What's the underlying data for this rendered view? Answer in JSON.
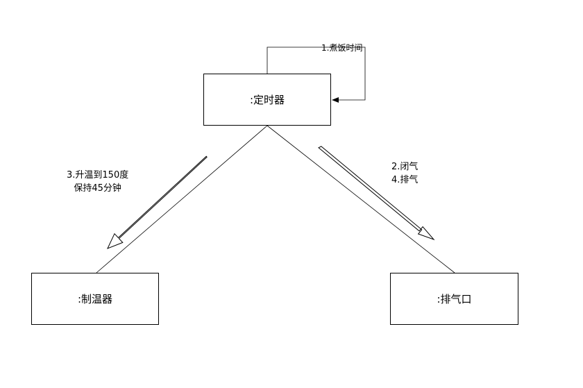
{
  "objects": {
    "timer": ":定时器",
    "heater": ":制温器",
    "vent": ":排气口"
  },
  "messages": {
    "self_call": "1.煮饭时间",
    "to_heater": [
      "3.升温到150度",
      "保持45分钟"
    ],
    "to_vent": [
      "2.闭气",
      "4.排气"
    ]
  },
  "colors": {
    "line": "#000000",
    "background": "#ffffff"
  }
}
